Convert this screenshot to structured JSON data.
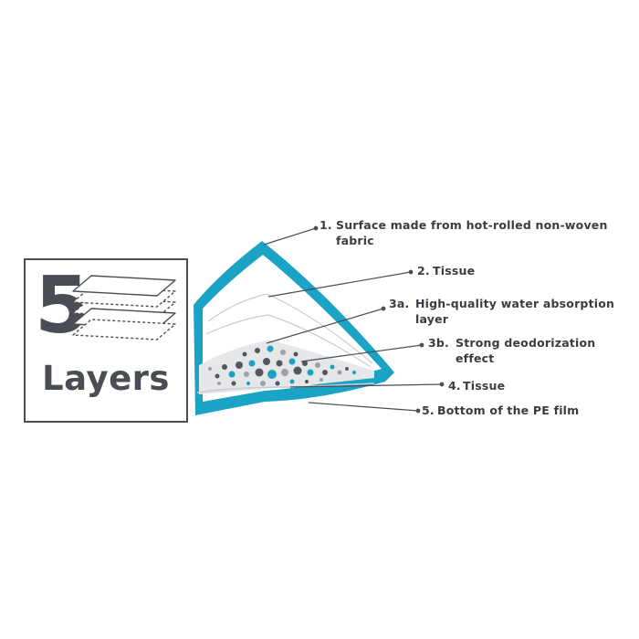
{
  "logo": {
    "number": "5",
    "word": "Layers",
    "icon": "stacked-layers-icon"
  },
  "colors": {
    "accent": "#1aa3c4",
    "text": "#3a3c44",
    "dark_dots": "#555760",
    "grey_dots": "#9ea0a6",
    "frame": "#4b4d55"
  },
  "callouts": [
    {
      "number": "1.",
      "lines": [
        "Surface made from hot-rolled non-woven",
        "fabric"
      ]
    },
    {
      "number": "2.",
      "lines": [
        "Tissue"
      ]
    },
    {
      "number": "3a.",
      "lines": [
        "High-quality water absorption",
        "layer"
      ]
    },
    {
      "number": "3b.",
      "lines": [
        "Strong deodorization",
        "effect"
      ]
    },
    {
      "number": "4.",
      "lines": [
        "Tissue"
      ]
    },
    {
      "number": "5.",
      "lines": [
        "Bottom of the PE film"
      ]
    }
  ]
}
